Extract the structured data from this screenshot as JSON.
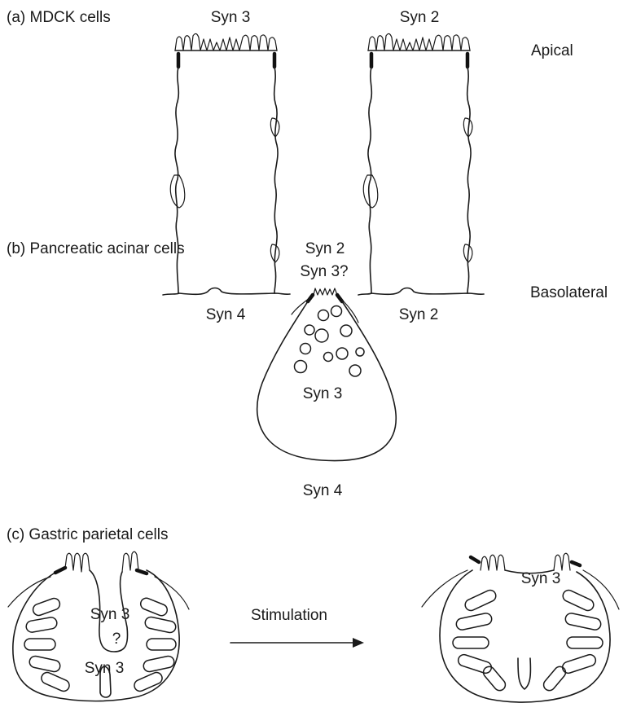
{
  "panels": {
    "a": {
      "label": "(a) MDCK cells",
      "cell1": {
        "top": "Syn 3",
        "bottom": "Syn 4"
      },
      "cell2": {
        "top": "Syn 2",
        "bottom": "Syn 2"
      },
      "apical": "Apical",
      "basolateral": "Basolateral"
    },
    "b": {
      "label": "(b) Pancreatic acinar cells",
      "top1": "Syn 2",
      "top2": "Syn 3?",
      "inner": "Syn 3",
      "bottom": "Syn 4"
    },
    "c": {
      "label": "(c) Gastric parietal cells",
      "left_upper": "Syn 3",
      "left_question": "?",
      "left_lower": "Syn 3",
      "arrow": "Stimulation",
      "right_inner": "Syn 3"
    }
  }
}
